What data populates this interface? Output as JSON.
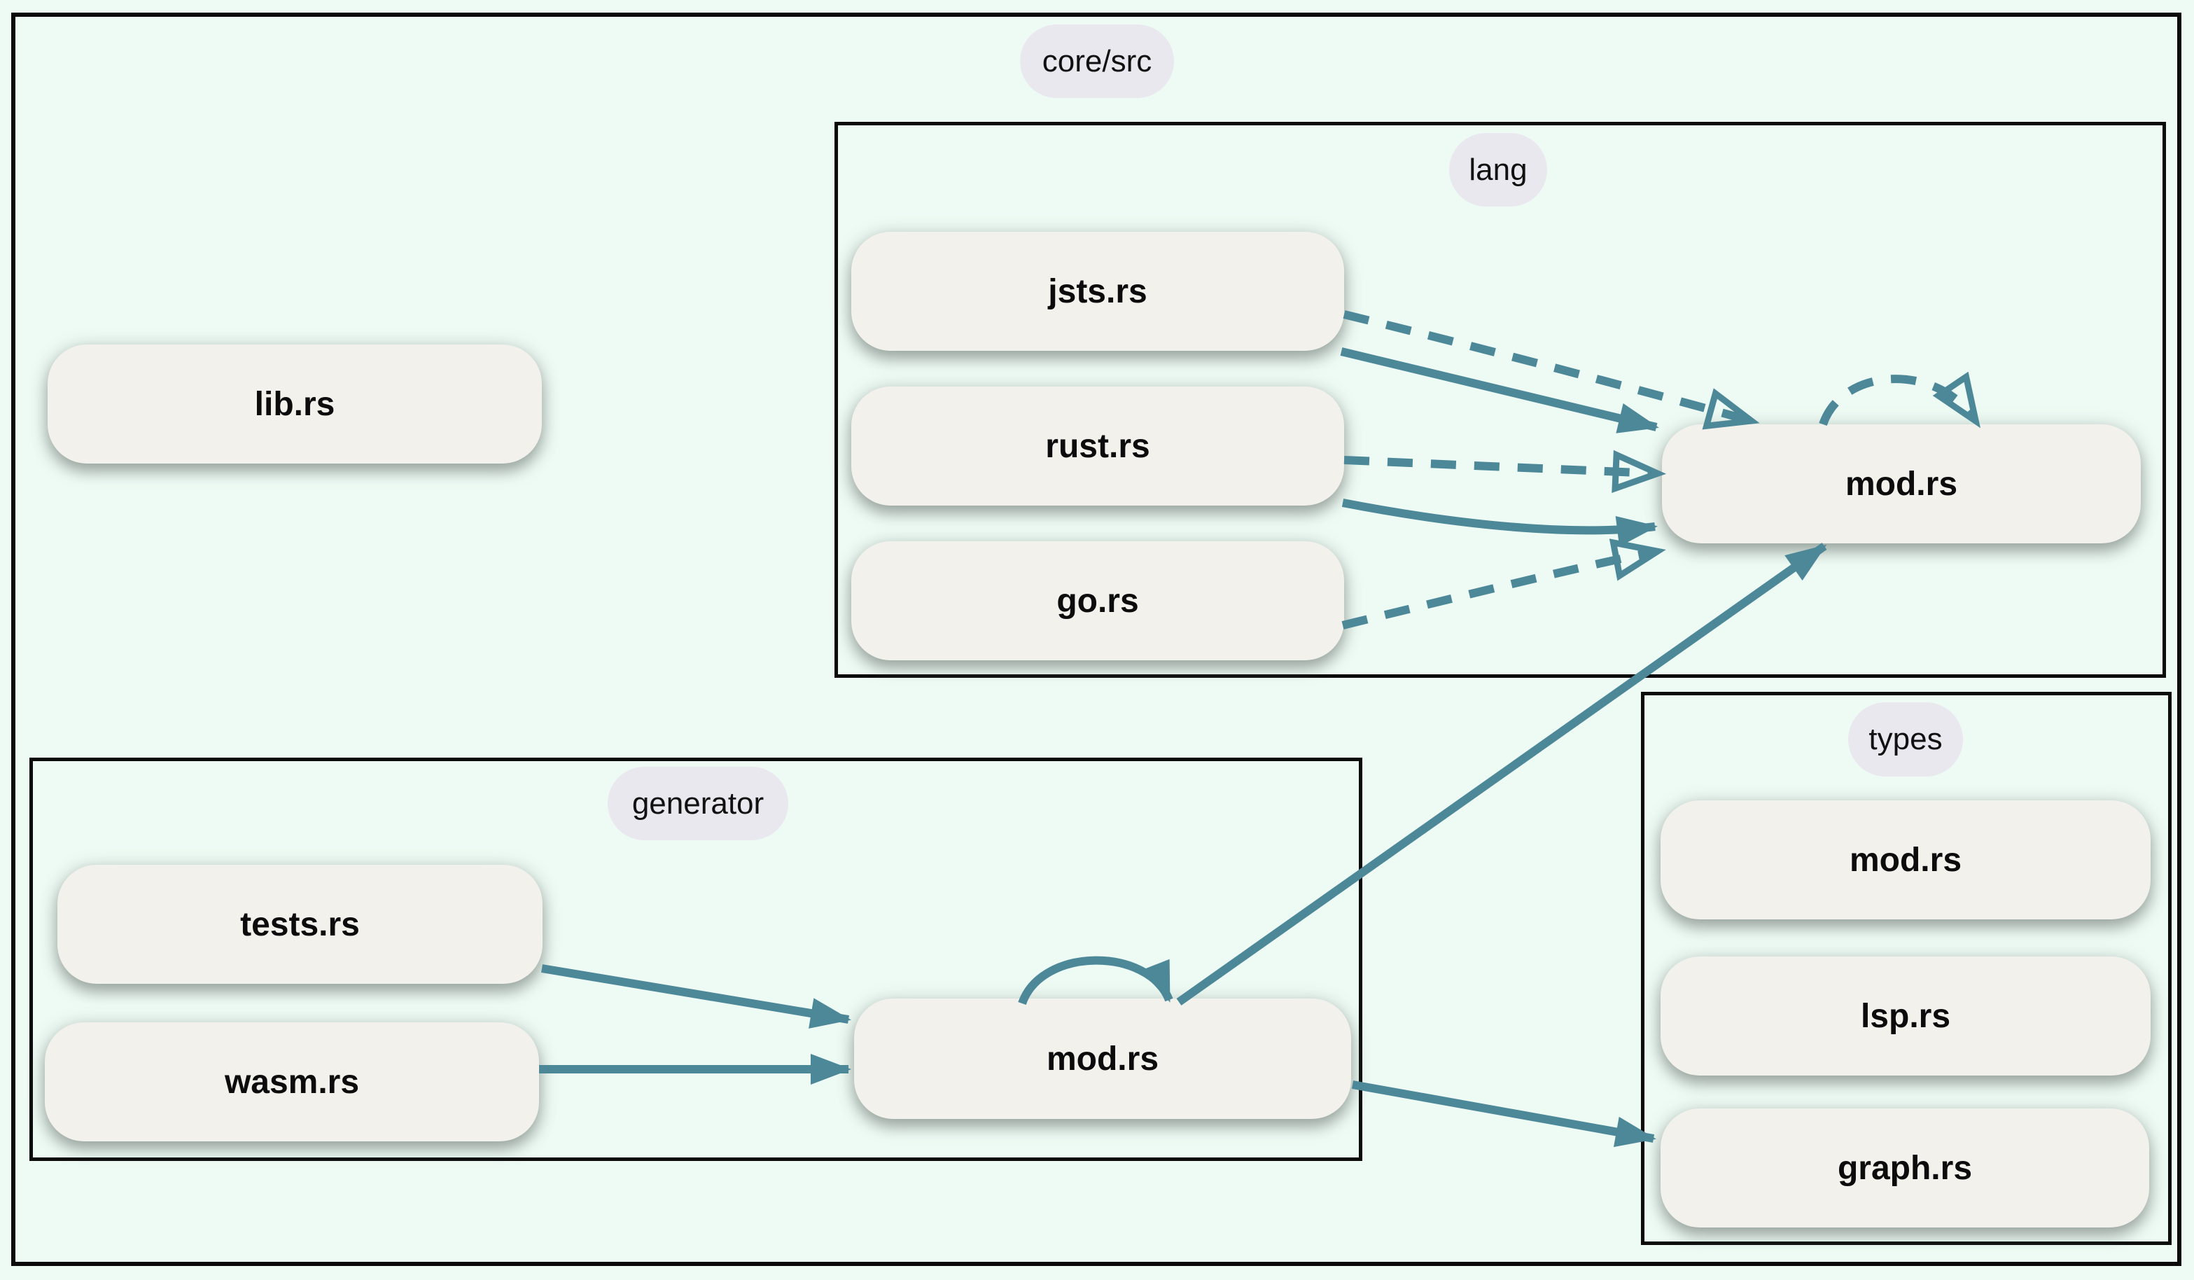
{
  "diagram": {
    "kind": "module-dependency-graph",
    "groups": {
      "core": {
        "label": "core/src"
      },
      "lang": {
        "label": "lang"
      },
      "generator": {
        "label": "generator"
      },
      "types": {
        "label": "types"
      }
    },
    "nodes": {
      "lib": {
        "label": "lib.rs",
        "group": "core"
      },
      "jsts": {
        "label": "jsts.rs",
        "group": "lang"
      },
      "rust": {
        "label": "rust.rs",
        "group": "lang"
      },
      "go": {
        "label": "go.rs",
        "group": "lang"
      },
      "lang_mod": {
        "label": "mod.rs",
        "group": "lang"
      },
      "tests": {
        "label": "tests.rs",
        "group": "generator"
      },
      "wasm": {
        "label": "wasm.rs",
        "group": "generator"
      },
      "generator_mod": {
        "label": "mod.rs",
        "group": "generator"
      },
      "types_mod": {
        "label": "mod.rs",
        "group": "types"
      },
      "lsp": {
        "label": "lsp.rs",
        "group": "types"
      },
      "graph": {
        "label": "graph.rs",
        "group": "types"
      }
    },
    "edges": [
      {
        "from": "jsts",
        "to": "lang_mod",
        "line": "dashed",
        "arrowhead": "open"
      },
      {
        "from": "jsts",
        "to": "lang_mod",
        "line": "solid",
        "arrowhead": "filled"
      },
      {
        "from": "rust",
        "to": "lang_mod",
        "line": "dashed",
        "arrowhead": "open"
      },
      {
        "from": "rust",
        "to": "lang_mod",
        "line": "solid",
        "arrowhead": "filled"
      },
      {
        "from": "go",
        "to": "lang_mod",
        "line": "dashed",
        "arrowhead": "open"
      },
      {
        "from": "lang_mod",
        "to": "lang_mod",
        "line": "dashed",
        "arrowhead": "open"
      },
      {
        "from": "generator_mod",
        "to": "lang_mod",
        "line": "solid",
        "arrowhead": "filled"
      },
      {
        "from": "tests",
        "to": "generator_mod",
        "line": "solid",
        "arrowhead": "filled"
      },
      {
        "from": "wasm",
        "to": "generator_mod",
        "line": "solid",
        "arrowhead": "filled"
      },
      {
        "from": "generator_mod",
        "to": "generator_mod",
        "line": "solid",
        "arrowhead": "filled"
      },
      {
        "from": "generator_mod",
        "to": "graph",
        "line": "solid",
        "arrowhead": "filled"
      }
    ],
    "colors": {
      "background": "#eefbf4",
      "node_fill": "#f2f1ec",
      "label_pill_fill": "#e9e8ef",
      "box_border": "#0b0b0b",
      "arrow": "#4d8899",
      "text": "#111111"
    }
  }
}
